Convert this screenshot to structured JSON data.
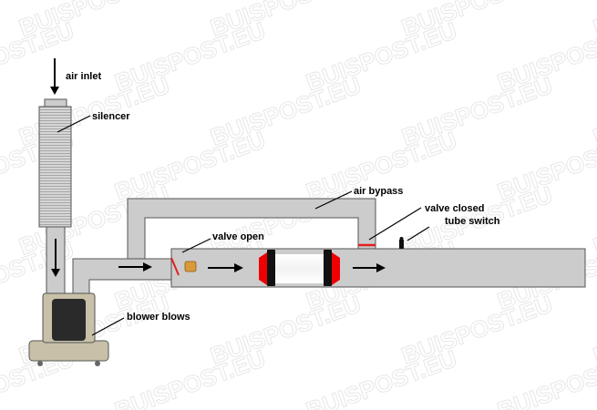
{
  "watermark": "BUISPOST.EU",
  "labels": {
    "air_inlet": "air inlet",
    "silencer": "silencer",
    "air_bypass": "air bypass",
    "valve_closed": "valve closed",
    "tube_switch": "tube switch",
    "valve_open": "valve open",
    "blower_blows": "blower blows"
  },
  "colors": {
    "pipe_fill": "#cccccc",
    "pipe_stroke": "#555555",
    "valve": "#e02020",
    "carrier_end": "#ee0000",
    "carrier_band": "#111111",
    "blower_body": "#c8c0a8",
    "switch_tab": "#d89a3a"
  }
}
